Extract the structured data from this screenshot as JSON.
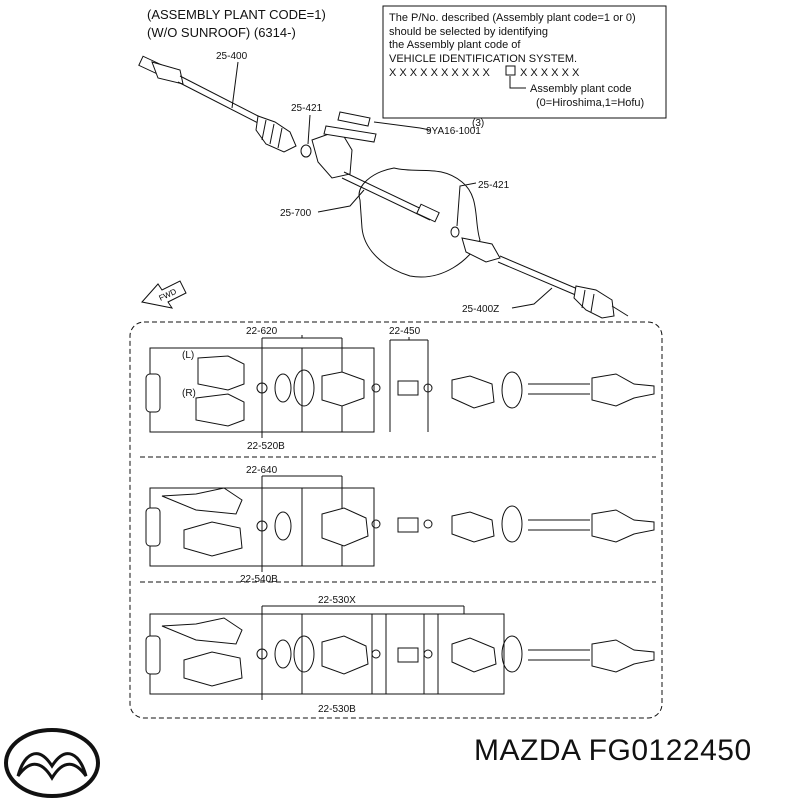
{
  "header": {
    "line1": "(ASSEMBLY PLANT CODE=1)",
    "line2": "(W/O SUNROOF) (6314-)"
  },
  "note_box": {
    "line1": "The P/No. described (Assembly plant code=1 or 0)",
    "line2": "should be selected by identifying",
    "line3": "the Assembly plant code of",
    "line4": "VEHICLE IDENTIFICATION SYSTEM.",
    "vin_left": "X X X X X X X X X X",
    "vin_right": "X X X X X X",
    "code_label": "Assembly plant code",
    "code_values": "(0=Hiroshima,1=Hofu)"
  },
  "callouts": {
    "left_shaft": "25-400",
    "left_clip": "25-421",
    "bolt_qty": "(3)",
    "bolt": "9YA16-1001",
    "right_clip": "25-421",
    "intermediate": "25-700",
    "right_shaft": "25-400Z",
    "fwd": "FWD"
  },
  "kits": [
    {
      "top": "22-620",
      "top2": "22-450",
      "bottom": "22-520B",
      "left": "(L)",
      "right": "(R)"
    },
    {
      "top": "22-640",
      "bottom": "22-540B"
    },
    {
      "top": "22-530X",
      "bottom": "22-530B"
    }
  ],
  "footer": {
    "brand_text": "MAZDA FG0122450",
    "logo_icon": "mazda-logo-icon"
  }
}
